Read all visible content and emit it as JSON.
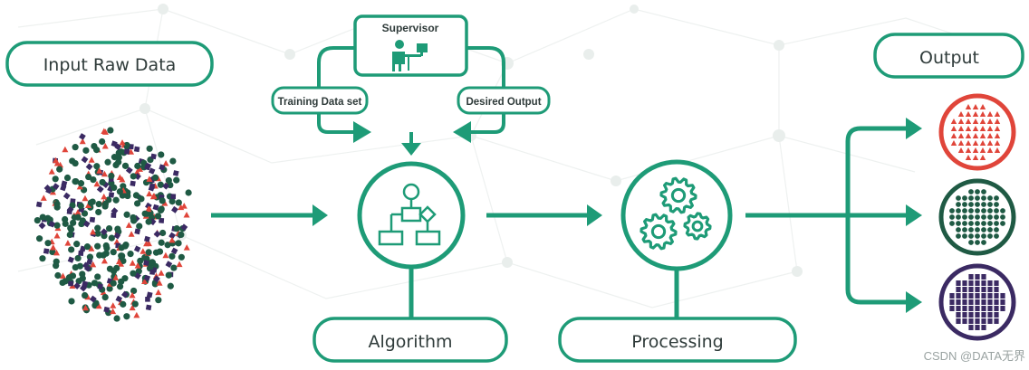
{
  "labels": {
    "input": "Input Raw Data",
    "supervisor": "Supervisor",
    "training": "Training Data set",
    "desired": "Desired Output",
    "algorithm": "Algorithm",
    "processing": "Processing",
    "output": "Output"
  },
  "watermark": "CSDN @DATA无界",
  "colors": {
    "primary": "#1e9b77",
    "red": "#e0453a",
    "dark_green": "#1f5a44",
    "purple": "#3b2a63",
    "text": "#2f3b3a"
  },
  "icons": {
    "supervisor": "person-at-desk-icon",
    "algorithm": "flowchart-icon",
    "processing": "gears-icon",
    "output_1": "red-triangles-circle-icon",
    "output_2": "green-dots-circle-icon",
    "output_3": "purple-squares-circle-icon"
  }
}
